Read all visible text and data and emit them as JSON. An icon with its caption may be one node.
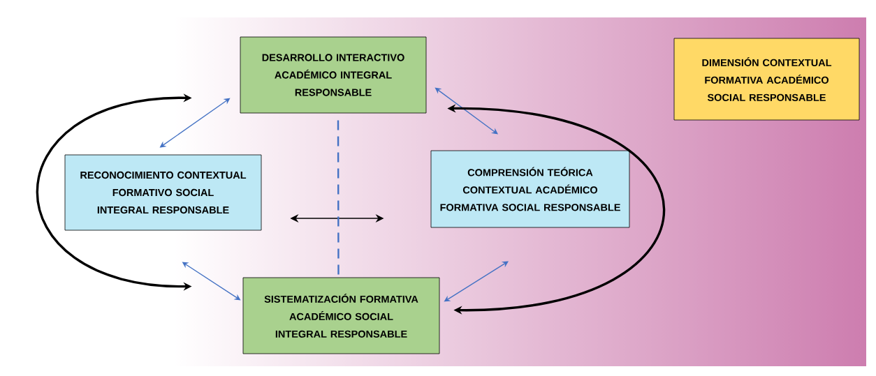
{
  "diagram": {
    "nodes": [
      {
        "text": [
          "DESARROLLO INTERACTIVO ACADÉMICO INTEGRAL RESPONSABLE"
        ]
      },
      {
        "text": [
          "RECONOCIMIENTO CONTEXTUAL FORMATIVO SOCIAL INTEGRAL RESPONSABLE"
        ]
      },
      {
        "text": [
          "COMPRENSIÓN TEÓRICA CONTEXTUAL ACADÉMICO FORMATIVA SOCIAL RESPONSABLE"
        ]
      },
      {
        "text": [
          "SISTEMATIZACIÓN FORMATIVA ACADÉMICO SOCIAL INTEGRAL RESPONSABLE"
        ]
      },
      {
        "text": [
          "DIMENSIÓN CONTEXTUAL FORMATIVA  ACADÉMICO SOCIAL RESPONSABLE"
        ]
      }
    ],
    "edges": [
      {
        "from": 0,
        "to": 1,
        "arrow": "both"
      },
      {
        "from": 0,
        "to": 2,
        "arrow": "both"
      },
      {
        "from": 1,
        "to": 3,
        "arrow": "both"
      },
      {
        "from": 2,
        "to": 3,
        "arrow": "both"
      },
      {
        "from": 0,
        "to": 3,
        "arrow": "both",
        "style": "thick",
        "color": "#000000"
      },
      {
        "from": 0,
        "to": 3,
        "arrow": "both",
        "style": "thick",
        "color": "#000000"
      },
      {
        "from": 1,
        "to": 2,
        "arrow": "both",
        "color": "#000000"
      },
      {
        "from": 0,
        "to": 3,
        "arrow": "none",
        "style": "dashed"
      }
    ]
  }
}
